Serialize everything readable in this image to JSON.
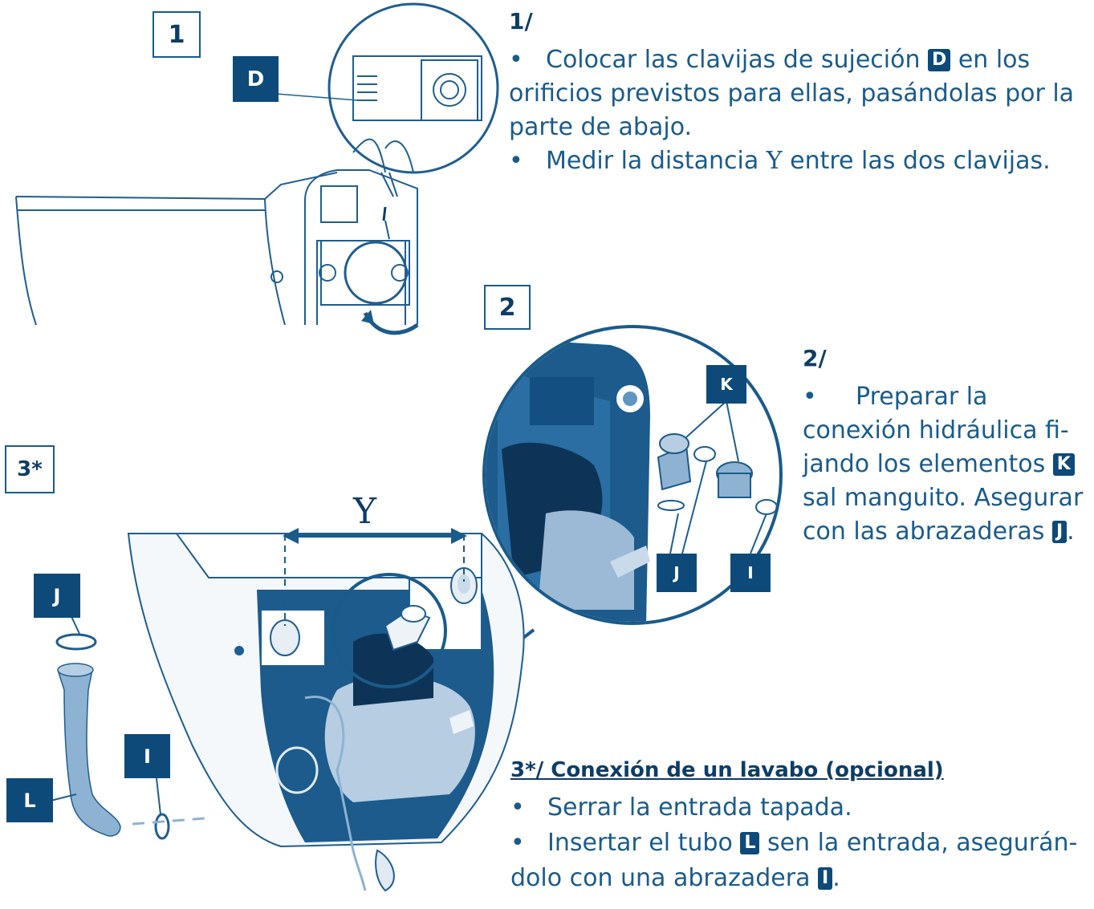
{
  "steps": {
    "one": "1",
    "two": "2",
    "three": "3*"
  },
  "labels": {
    "D": "D",
    "K": "K",
    "J": "J",
    "I": "I",
    "L": "L",
    "Y": "Y"
  },
  "section1": {
    "heading": "1/",
    "b1_part1": "Colocar las clavijas de sujeción",
    "b1_badge": "D",
    "b1_part2": "en los",
    "b1_line2": "orificios previstos para ellas, pasándolas por la",
    "b1_line3": "parte de abajo.",
    "b2_part1": "Medir la distancia",
    "b2_y": "Y",
    "b2_part2": "entre las dos clavijas."
  },
  "section2": {
    "heading": "2/",
    "line1": "Preparar la",
    "line2": "conexión hidráulica fi-",
    "line3_part1": "jando los elementos",
    "line3_badge": "K",
    "line4": "sal manguito. Asegurar",
    "line5_part1": "con las abrazaderas",
    "line5_badge": "J",
    "line5_part2": "."
  },
  "section3": {
    "heading": "3*/ Conexión de un lavabo (opcional)",
    "b1": "Serrar la entrada tapada.",
    "b2_part1": "Insertar el tubo",
    "b2_badge": "L",
    "b2_part2": "sen la entrada, asegurán-",
    "b2_line2_part1": "dolo con una abrazadera",
    "b2_line2_badge": "I",
    "b2_line2_part2": "."
  },
  "colors": {
    "primary": "#0d4a7a",
    "text": "#1a5b8a",
    "line_art": "#1f5e8f",
    "fill_dark": "#134f80"
  }
}
